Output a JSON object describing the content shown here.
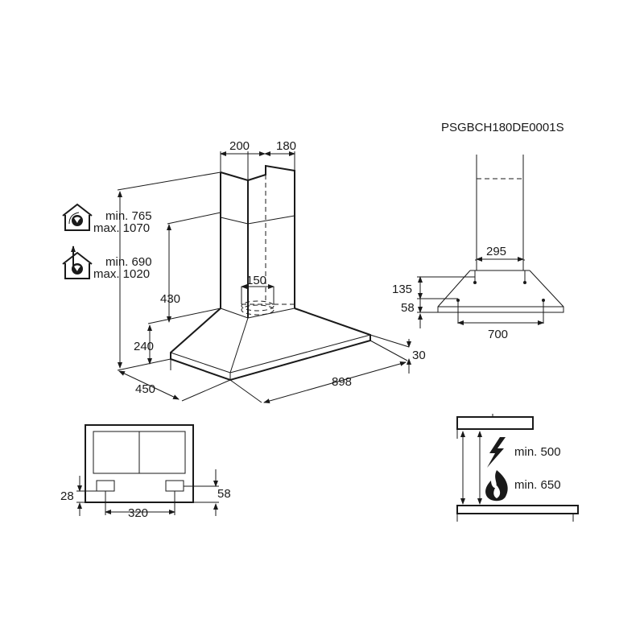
{
  "model_code": "PSGBCH180DE0001S",
  "main_view": {
    "dims": {
      "chimney_width": "200",
      "chimney_depth": "180",
      "outlet_diameter": "150",
      "chimney_section_height": "430",
      "canopy_height": "240",
      "depth": "450",
      "width": "898",
      "filter_edge": "30"
    },
    "recirculation": {
      "icon": "recirculation-mode-icon",
      "min": "min. 765",
      "max": "max. 1070"
    },
    "extraction": {
      "icon": "extraction-mode-icon",
      "min": "min. 690",
      "max": "max. 1020"
    }
  },
  "side_view": {
    "dims": {
      "top_width": "295",
      "hole_offset": "135",
      "edge_height": "58",
      "bottom_width": "700"
    }
  },
  "mount_view": {
    "dims": {
      "left_offset": "28",
      "spacing": "320",
      "right_offset": "58"
    }
  },
  "clearance_view": {
    "electric": {
      "icon": "lightning-icon",
      "label": "min. 500"
    },
    "gas": {
      "icon": "flame-icon",
      "label": "min. 650"
    }
  }
}
